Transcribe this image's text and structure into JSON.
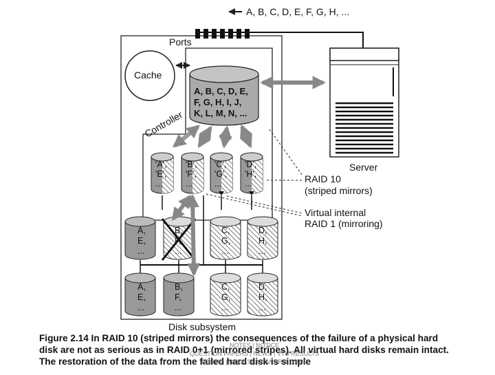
{
  "diagram": {
    "top_label": "A, B, C, D, E, F, G, H, ...",
    "ports_label": "Ports",
    "cache_label": "Cache",
    "controller_label": "Controller",
    "server_label": "Server",
    "disk_subsystem_label": "Disk subsystem",
    "main_disk_lines": [
      "A, B, C, D, E,",
      "F, G, H, I, J,",
      "K, L, M, N, ..."
    ],
    "virtual_disks": [
      {
        "lines": [
          "'A',",
          "'E',",
          "..."
        ]
      },
      {
        "lines": [
          "'B',",
          "'F',",
          "..."
        ]
      },
      {
        "lines": [
          "'C',",
          "'G',",
          "..."
        ]
      },
      {
        "lines": [
          "'D',",
          "'H',",
          "..."
        ]
      }
    ],
    "physical_row1": [
      {
        "lines": [
          "A,",
          "E,",
          "..."
        ]
      },
      {
        "lines": [
          "B,",
          "F,",
          "..."
        ]
      },
      {
        "lines": [
          "C,",
          "G,",
          "..."
        ]
      },
      {
        "lines": [
          "D,",
          "H,",
          "..."
        ]
      }
    ],
    "physical_row2": [
      {
        "lines": [
          "A,",
          "E,",
          "..."
        ]
      },
      {
        "lines": [
          "B,",
          "F,",
          "..."
        ]
      },
      {
        "lines": [
          "C,",
          "G,",
          "..."
        ]
      },
      {
        "lines": [
          "D,",
          "H,",
          "..."
        ]
      }
    ],
    "raid10_label": [
      "RAID 10",
      "(striped mirrors)"
    ],
    "raid1_label": [
      "Virtual internal",
      "RAID 1 (mirroring)"
    ]
  },
  "caption": {
    "line1": "Figure 2.14   In RAID 10 (striped mirrors) the consequences of the failure of a physical hard",
    "line2": "disk are not as serious as in RAID 0+1 (mirrored stripes). All virtual hard disks remain intact.",
    "line3": "The restoration of the data from the failed hard disk is simple"
  },
  "watermark": {
    "line1": "NOTES | NOTICE",
    "line2": "QUESTION PAPERS | NEWS | VTU RESULTS",
    "line3": "FORUM | BOOKSPAR ANDROID APP"
  }
}
